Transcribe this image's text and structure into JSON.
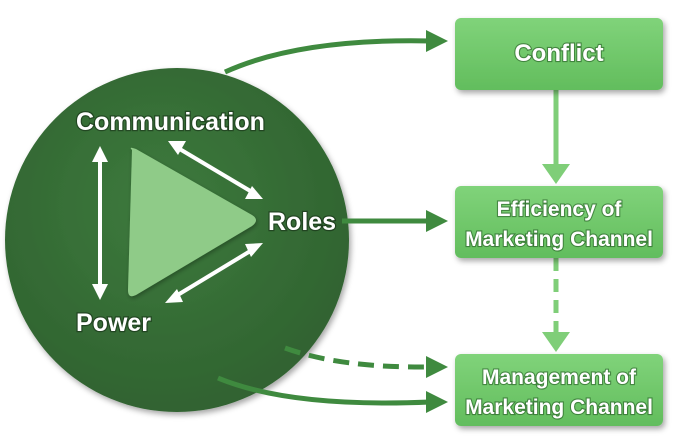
{
  "circle": {
    "labels": {
      "top": "Communication",
      "right": "Roles",
      "bottom": "Power"
    }
  },
  "boxes": {
    "conflict": {
      "line1": "Conflict"
    },
    "efficiency": {
      "line1": "Efficiency of",
      "line2": "Marketing Channel"
    },
    "management": {
      "line1": "Management of",
      "line2": "Marketing Channel"
    }
  },
  "colors": {
    "circle": "#356b35",
    "triangle": "#8fcb88",
    "box": "#72c96d",
    "arrow": "#3f8a3f",
    "connector": "#7fce78",
    "white": "#ffffff"
  }
}
